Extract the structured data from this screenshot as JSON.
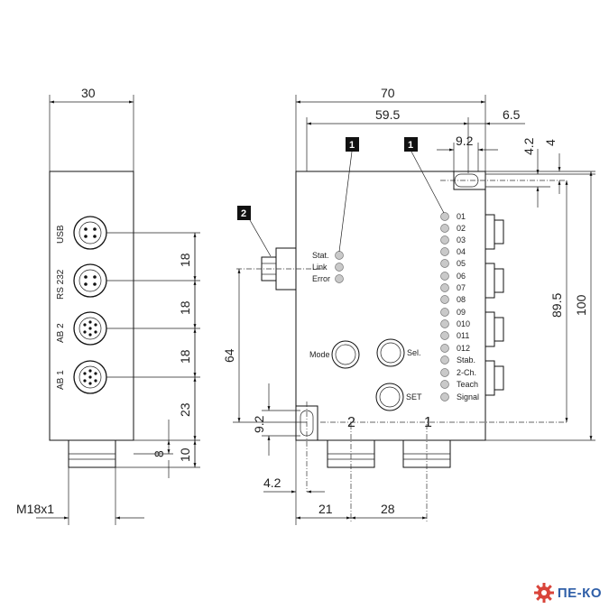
{
  "dimensions": {
    "side_width": "30",
    "front_width": "70",
    "width_59_5": "59.5",
    "width_6_5": "6.5",
    "width_9_2_top": "9.2",
    "height_4_2_top": "4.2",
    "height_4": "4",
    "height_89_5": "89.5",
    "height_100": "100",
    "pitch_18_a": "18",
    "pitch_18_b": "18",
    "pitch_18_c": "18",
    "height_23": "23",
    "height_8": "8",
    "height_10": "10",
    "thread": "M18x1",
    "height_64": "64",
    "height_9_2_left": "9.2",
    "width_4_2_bottom": "4.2",
    "width_21": "21",
    "width_28": "28"
  },
  "connectors": [
    {
      "label": "USB"
    },
    {
      "label": "RS 232"
    },
    {
      "label": "AB 2"
    },
    {
      "label": "AB 1"
    }
  ],
  "status_leds": [
    "Stat.",
    "Link",
    "Error"
  ],
  "channel_leds": [
    "01",
    "02",
    "03",
    "04",
    "05",
    "06",
    "07",
    "08",
    "09",
    "010",
    "011",
    "012",
    "Stab.",
    "2-Ch.",
    "Teach",
    "Signal"
  ],
  "buttons": {
    "mode": "Mode",
    "sel": "Sel.",
    "set": "SET"
  },
  "callouts": {
    "callout_1a": "1",
    "callout_1b": "1",
    "callout_2": "2"
  },
  "bottom_outputs": {
    "output_2": "2",
    "output_1": "1"
  },
  "logo": {
    "text": "ПЕ-КО",
    "gear_color": "#d9443a",
    "text_color": "#2f5fa8"
  }
}
